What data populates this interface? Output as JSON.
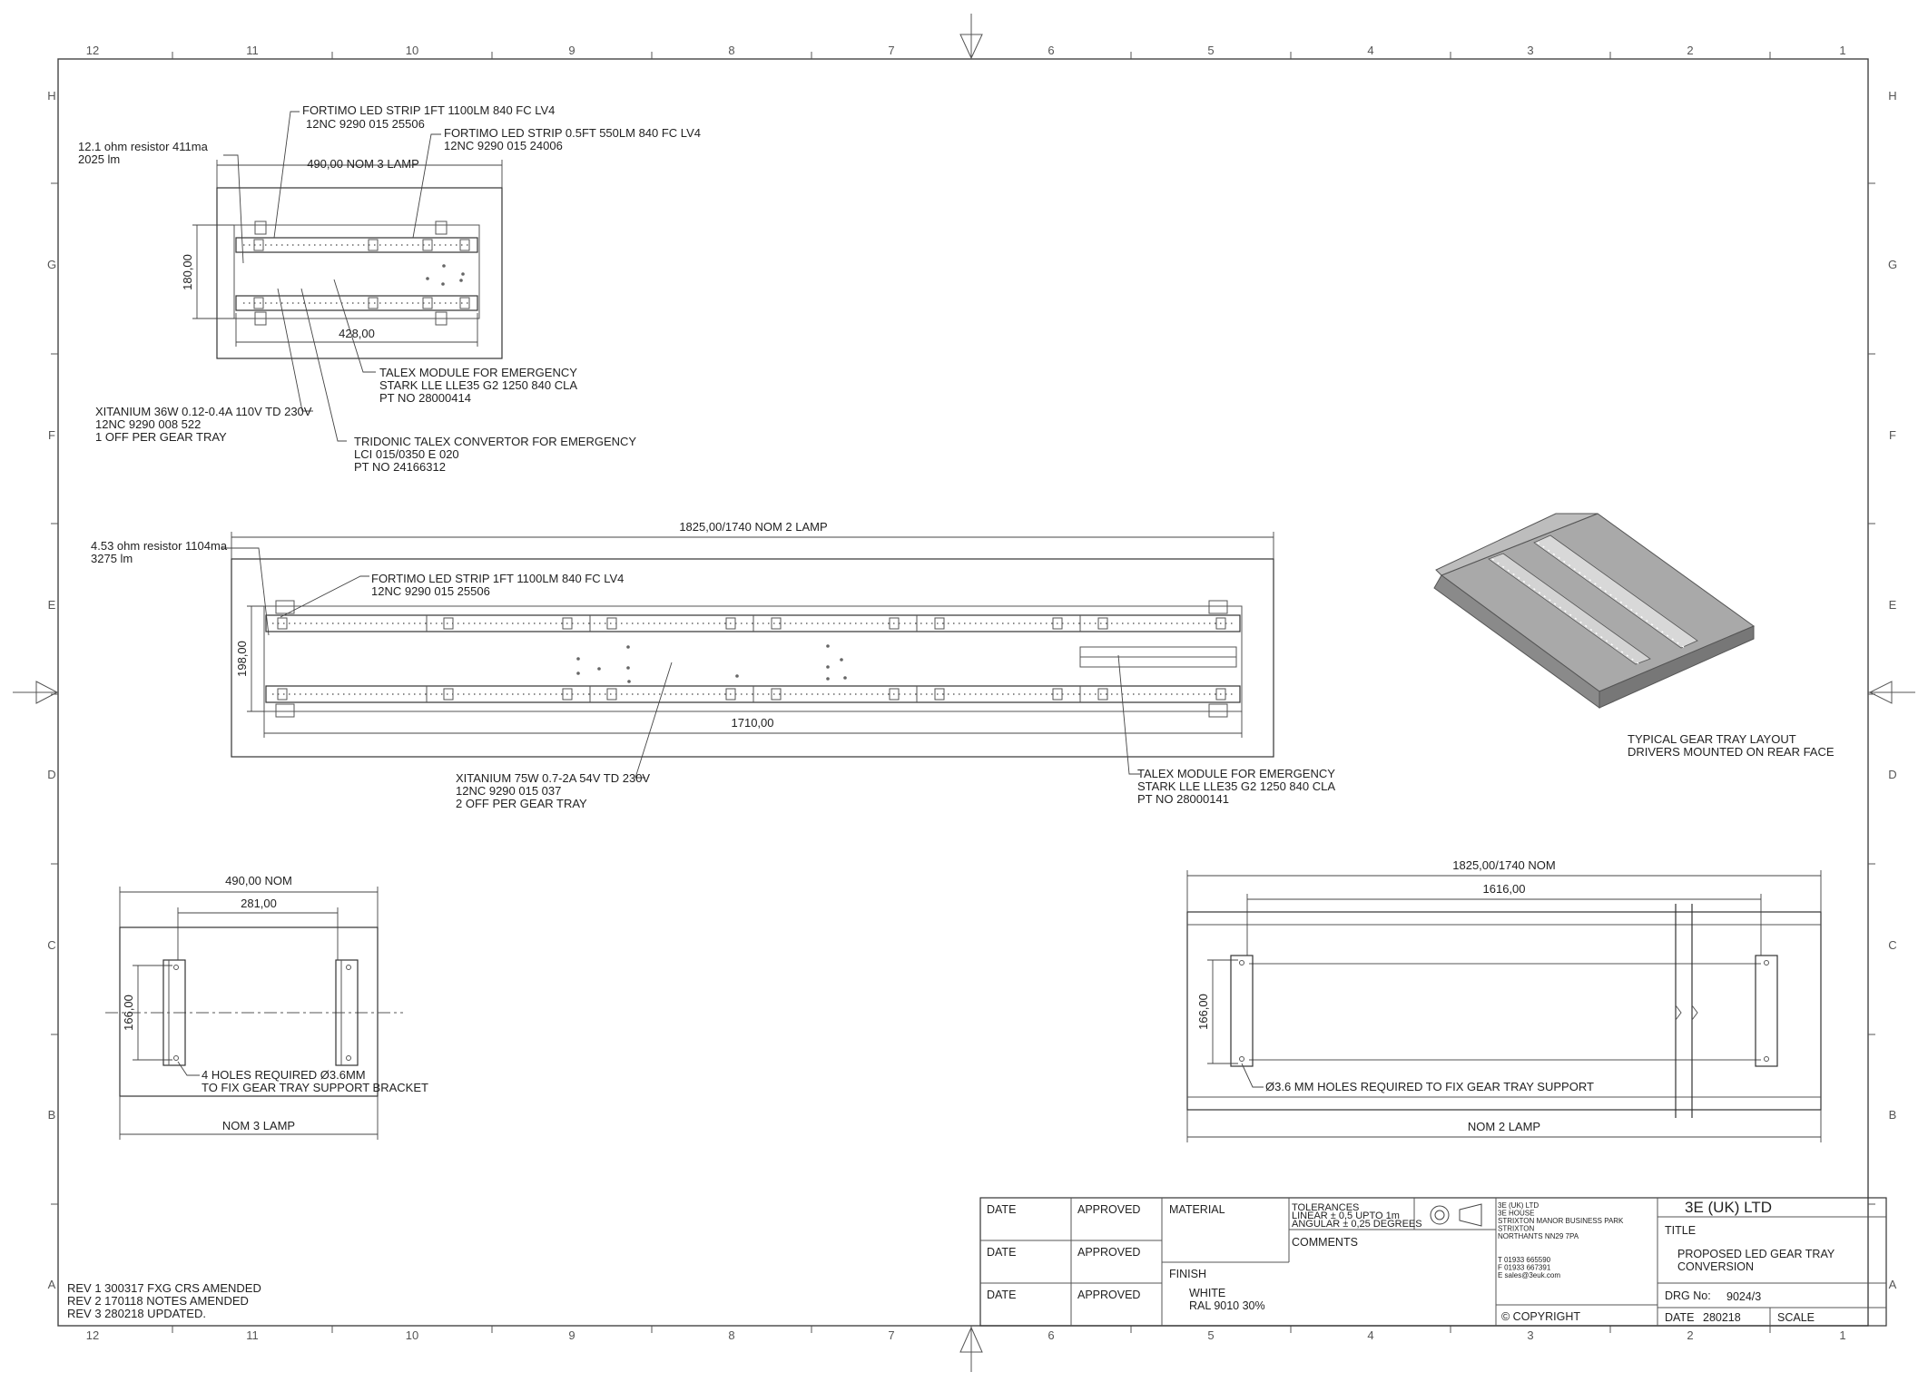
{
  "grid": {
    "columns": [
      "12",
      "11",
      "10",
      "9",
      "8",
      "7",
      "6",
      "5",
      "4",
      "3",
      "2",
      "1"
    ],
    "rows": [
      "H",
      "G",
      "F",
      "E",
      "D",
      "C",
      "B",
      "A"
    ]
  },
  "view1": {
    "notes": {
      "resistor_1": "12.1 ohm resistor 411ma",
      "resistor_2": "2025 lm",
      "strip1_1": "FORTIMO LED STRIP 1FT 1100LM 840 FC LV4",
      "strip1_2": "12NC 9290 015 25506",
      "strip2_1": "FORTIMO LED STRIP 0.5FT 550LM 840 FC LV4",
      "strip2_2": "12NC 9290 015 24006",
      "talex_1": "TALEX MODULE FOR EMERGENCY",
      "talex_2": "STARK LLE LLE35 G2 1250 840 CLA",
      "talex_3": "PT NO 28000414",
      "xitanium_1": "XITANIUM 36W 0.12-0.4A 110V TD 230V",
      "xitanium_2": "12NC 9290 008 522",
      "xitanium_3": "1 OFF PER GEAR TRAY",
      "tridonic_1": "TRIDONIC TALEX CONVERTOR FOR EMERGENCY",
      "tridonic_2": "LCI 015/0350 E 020",
      "tridonic_3": "PT NO 24166312"
    },
    "dims": {
      "width": "490,00 NOM 3 LAMP",
      "height": "180,00",
      "inner": "428,00"
    }
  },
  "view2": {
    "notes": {
      "resistor_1": "4.53 ohm resistor 1104ma",
      "resistor_2": "3275 lm",
      "strip_1": "FORTIMO LED STRIP 1FT 1100LM 840 FC LV4",
      "strip_2": "12NC 9290 015 25506",
      "xitanium_1": "XITANIUM 75W 0.7-2A 54V TD 230V",
      "xitanium_2": "12NC 9290 015 037",
      "xitanium_3": "2 OFF PER GEAR TRAY",
      "talex_1": "TALEX MODULE FOR EMERGENCY",
      "talex_2": "STARK LLE LLE35 G2 1250 840 CLA",
      "talex_3": "PT NO 28000141"
    },
    "dims": {
      "width": "1825,00/1740 NOM 2 LAMP",
      "height": "198,00",
      "inner": "1710,00"
    }
  },
  "iso": {
    "caption_1": "TYPICAL GEAR TRAY LAYOUT",
    "caption_2": "DRIVERS MOUNTED ON REAR FACE"
  },
  "view3": {
    "dims": {
      "outer": "490,00 NOM",
      "inner": "281,00",
      "height": "166,00",
      "bottom": "NOM 3 LAMP"
    },
    "note_1": "4 HOLES REQUIRED Ø3.6MM",
    "note_2": "TO FIX GEAR TRAY SUPPORT BRACKET"
  },
  "view4": {
    "dims": {
      "outer": "1825,00/1740  NOM",
      "inner": "1616,00",
      "height": "166,00",
      "bottom": "NOM 2 LAMP"
    },
    "note": "Ø3.6 MM HOLES REQUIRED TO FIX GEAR TRAY SUPPORT"
  },
  "revisions": [
    "REV 1 300317 FXG CRS AMENDED",
    "REV 2 170118 NOTES AMENDED",
    "REV 3 280218 UPDATED."
  ],
  "title_block": {
    "date_label": "DATE",
    "approved_label": "APPROVED",
    "material_label": "MATERIAL",
    "finish_label": "FINISH",
    "finish_1": "WHITE",
    "finish_2": "RAL 9010 30%",
    "tolerances": [
      "TOLERANCES",
      "LINEAR ± 0,5 UPTO 1m",
      "ANGULAR ± 0,25 DEGREES"
    ],
    "comments_label": "COMMENTS",
    "address": [
      "3E (UK) LTD",
      "3E HOUSE",
      "STRIXTON MANOR BUSINESS PARK",
      "STRIXTON",
      "NORTHANTS NN29 7PA"
    ],
    "contact": [
      "T 01933 665590",
      "F 01933 667391",
      "E sales@3euk.com"
    ],
    "copyright": "© COPYRIGHT",
    "company": "3E (UK) LTD",
    "title_label": "TITLE",
    "title_1": "PROPOSED LED GEAR TRAY",
    "title_2": "CONVERSION",
    "drg_label": "DRG No:",
    "drg_no": "9024/3",
    "date_title_label": "DATE",
    "date_value": "280218",
    "scale_label": "SCALE"
  }
}
